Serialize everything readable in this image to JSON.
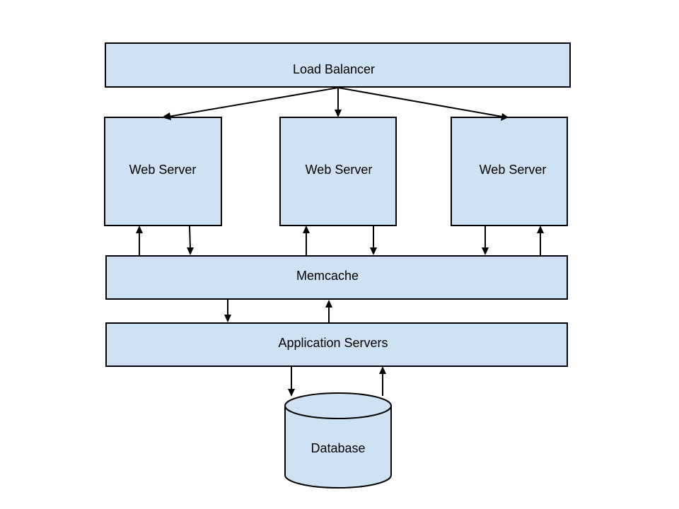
{
  "colors": {
    "box_fill": "#cfe2f3",
    "stroke": "#000000",
    "background": "#ffffff"
  },
  "nodes": {
    "load_balancer": "Load Balancer",
    "web_server_1": "Web Server",
    "web_server_2": "Web Server",
    "web_server_3": "Web Server",
    "memcache": "Memcache",
    "application_servers": "Application Servers",
    "database": "Database"
  },
  "edges": [
    {
      "from": "load_balancer",
      "to": "web_server_1"
    },
    {
      "from": "load_balancer",
      "to": "web_server_2"
    },
    {
      "from": "load_balancer",
      "to": "web_server_3"
    },
    {
      "from": "memcache",
      "to": "web_server_1"
    },
    {
      "from": "web_server_1",
      "to": "memcache"
    },
    {
      "from": "memcache",
      "to": "web_server_2"
    },
    {
      "from": "web_server_2",
      "to": "memcache"
    },
    {
      "from": "web_server_3",
      "to": "memcache"
    },
    {
      "from": "memcache",
      "to": "web_server_3"
    },
    {
      "from": "memcache",
      "to": "application_servers"
    },
    {
      "from": "application_servers",
      "to": "memcache"
    },
    {
      "from": "application_servers",
      "to": "database"
    },
    {
      "from": "database",
      "to": "application_servers"
    }
  ]
}
